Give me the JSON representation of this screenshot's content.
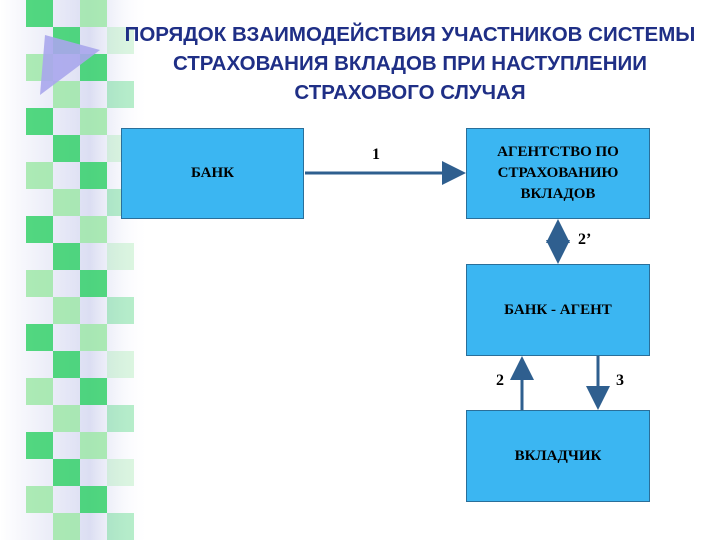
{
  "title": "ПОРЯДОК ВЗАИМОДЕЙСТВИЯ УЧАСТНИКОВ СИСТЕМЫ СТРАХОВАНИЯ ВКЛАДОВ ПРИ НАСТУПЛЕНИИ СТРАХОВОГО СЛУЧАЯ",
  "nodes": {
    "bank": "БАНК",
    "agency": "АГЕНТСТВО ПО СТРАХОВАНИЮ ВКЛАДОВ",
    "agent_bank": "БАНК - АГЕНТ",
    "depositor": "ВКЛАДЧИК"
  },
  "edges": {
    "bank_to_agency": "1",
    "agency_agent": "2’",
    "depositor_to_agent": "2",
    "agent_to_depositor": "3"
  },
  "colors": {
    "box_fill": "#3bb6f2",
    "arrow": "#2f5f8f",
    "title": "#1f2f86"
  }
}
